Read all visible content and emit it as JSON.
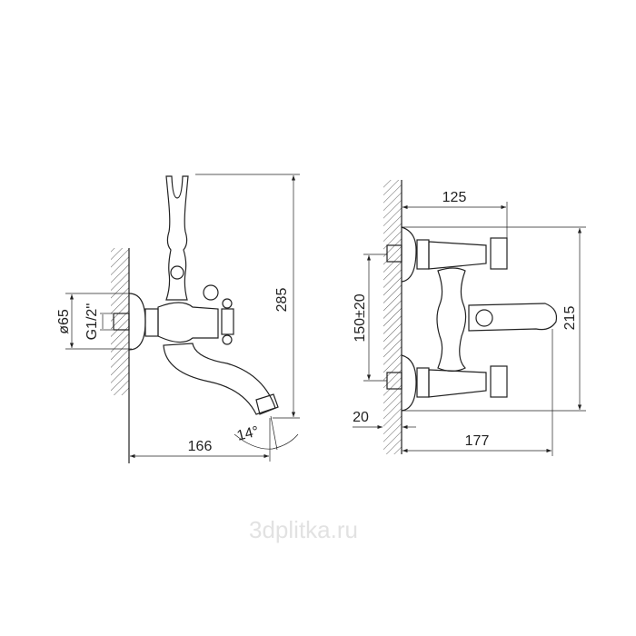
{
  "side_view": {
    "height": "285",
    "depth": "166",
    "flange_diameter": "ø65",
    "thread": "G1/2''",
    "spout_angle": "14°"
  },
  "front_view": {
    "handle_depth": "125",
    "height": "215",
    "center_distance": "150±20",
    "wall_offset": "20",
    "total_depth": "177"
  },
  "watermark": "3dplitka.ru",
  "colors": {
    "line": "#222222",
    "watermark": "#e2e2e2"
  }
}
